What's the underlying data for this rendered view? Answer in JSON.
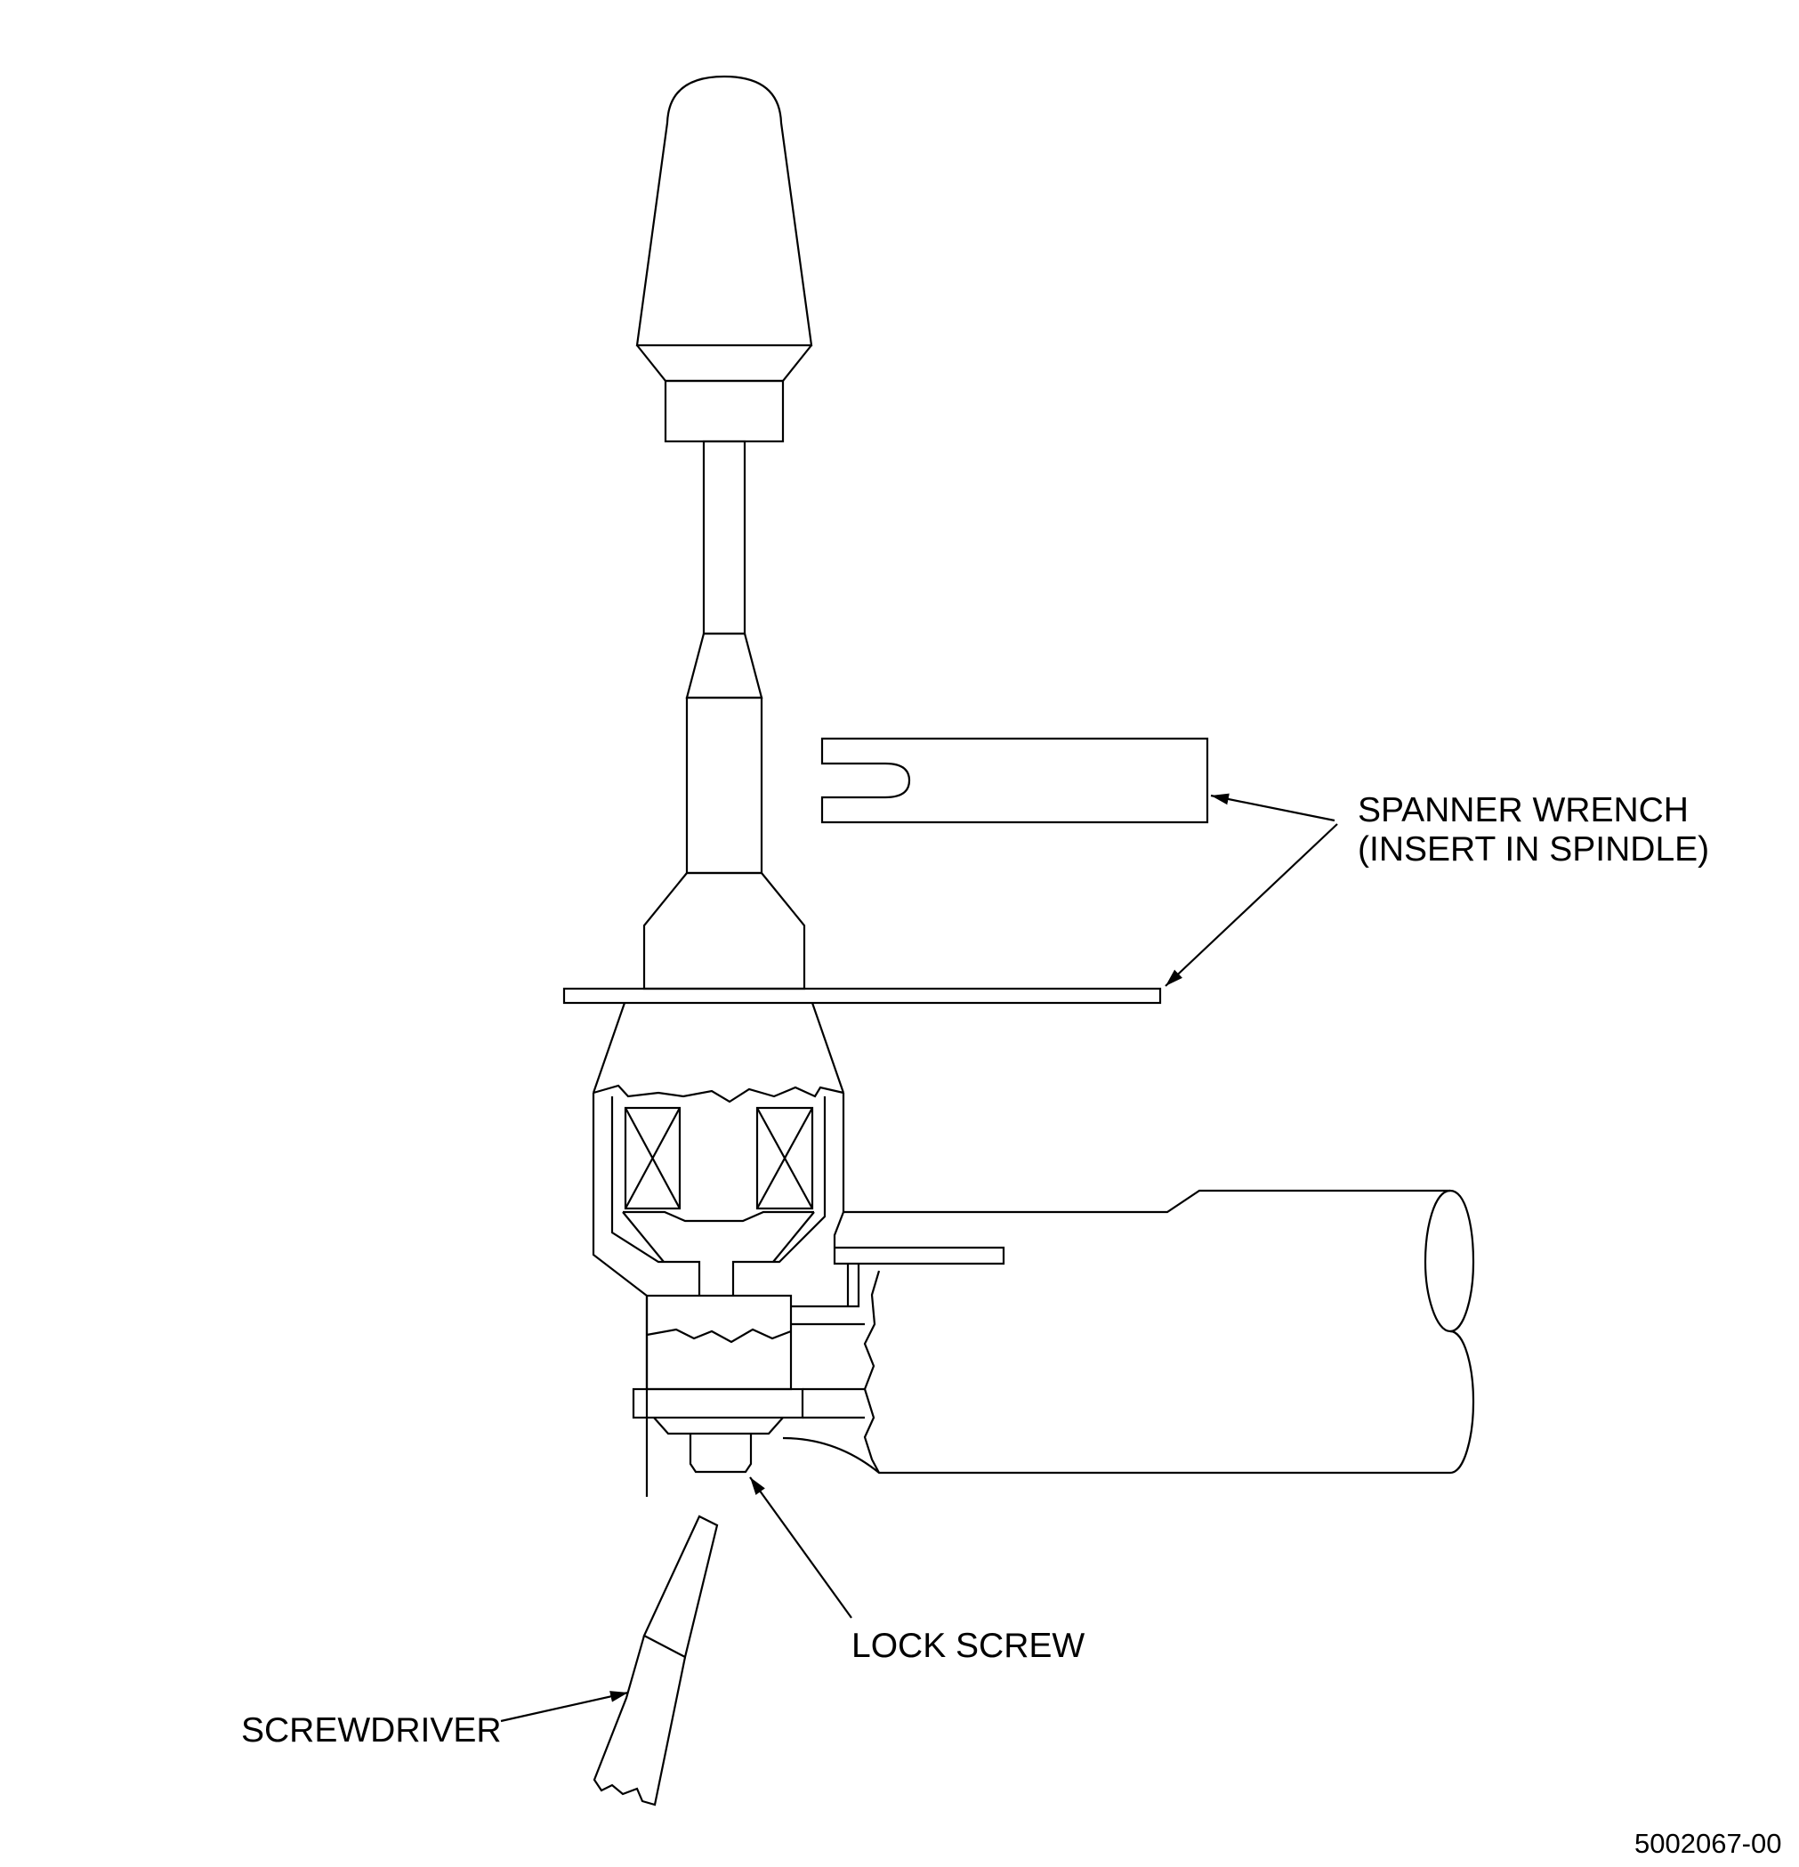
{
  "labels": {
    "spanner_wrench_line1": "SPANNER WRENCH",
    "spanner_wrench_line2": "(INSERT IN SPINDLE)",
    "lock_screw": "LOCK SCREW",
    "screwdriver": "SCREWDRIVER"
  },
  "drawing_number": "5002067-00",
  "colors": {
    "line": "#000000",
    "background": "#ffffff"
  }
}
